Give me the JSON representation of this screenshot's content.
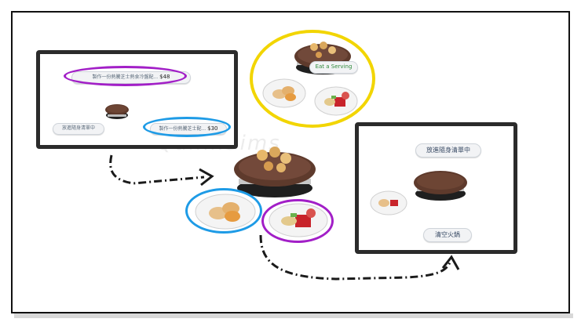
{
  "left_panel": {
    "option_make_serving": "製作一份熱騰芝士熱食冷盤配...",
    "option_make_serving_price": "$48",
    "option_add_inventory": "放進隨身清單中",
    "option_make_serving_short": "製作一份熱騰芝士配...",
    "option_make_serving_short_price": "$30"
  },
  "center": {
    "eat_serving": "Eat a Serving"
  },
  "right_panel": {
    "option_add_inventory": "放進隨身清單中",
    "option_clear_grill": "清空火鍋"
  },
  "watermark": "QuinnSims",
  "colors": {
    "highlight_purple": "#a21fc7",
    "highlight_blue": "#1e9be6",
    "highlight_yellow": "#f2d500",
    "grill_brown": "#5e3a2c",
    "button_text_green": "#2f8a3b"
  }
}
